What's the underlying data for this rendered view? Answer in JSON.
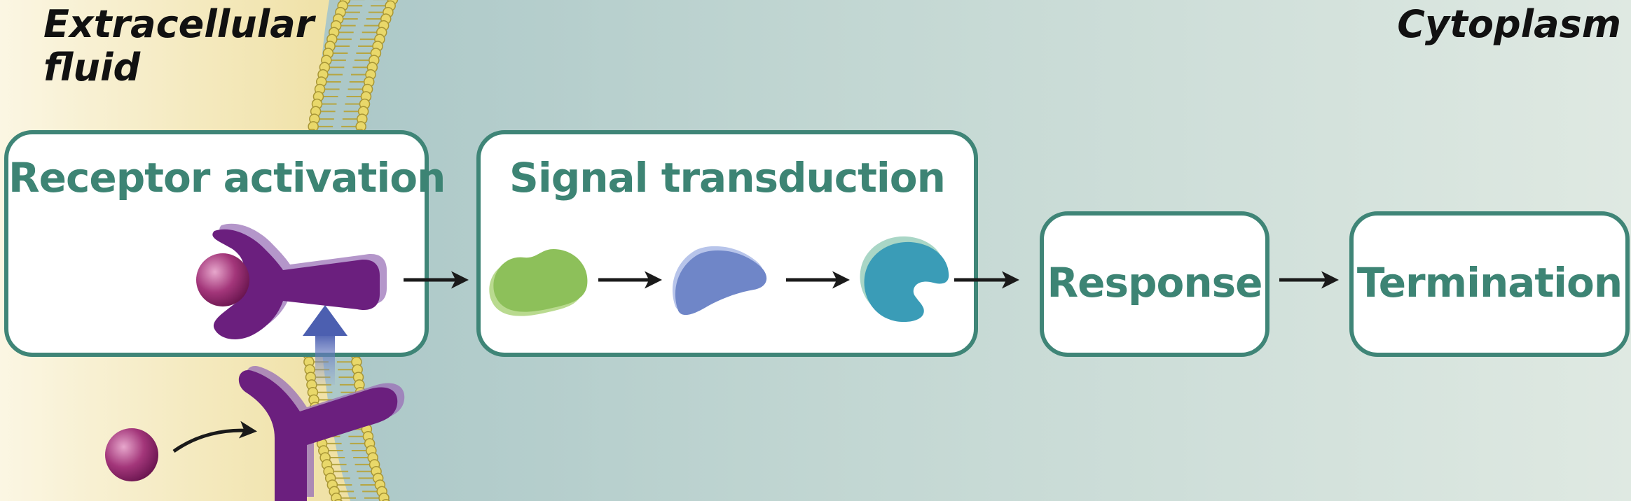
{
  "regions": {
    "extracellular": "Extracellular fluid",
    "cytoplasm": "Cytoplasm"
  },
  "steps": [
    {
      "id": "receptor",
      "label": "Receptor activation"
    },
    {
      "id": "signal",
      "label": "Signal transduction"
    },
    {
      "id": "response",
      "label": "Response"
    },
    {
      "id": "termination",
      "label": "Termination"
    }
  ],
  "colors": {
    "box_border": "#3f8577",
    "box_title": "#3d8474",
    "receptor": "#6b1f7e",
    "ligand": "#9c2f6e",
    "protein_green": "#8dc05a",
    "protein_blue": "#6f86c8",
    "protein_teal": "#3a9cb7",
    "membrane": "#e9d86a"
  }
}
